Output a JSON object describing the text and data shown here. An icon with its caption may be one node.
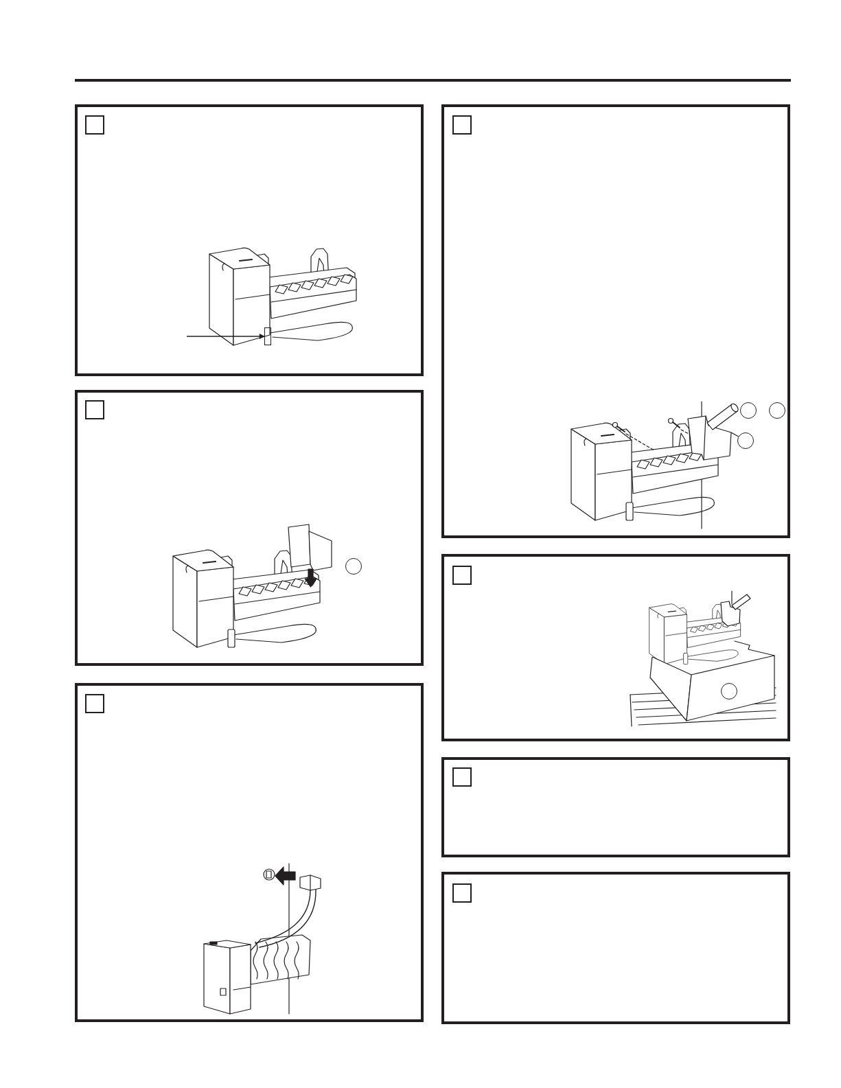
{
  "diagram": {
    "nodes": [
      {
        "text": [],
        "shape": "box"
      },
      {
        "text": [],
        "shape": "box",
        "in": 0
      },
      {
        "text": [],
        "shape": "box",
        "in": 0
      },
      {
        "text": [],
        "shape": "box"
      },
      {
        "text": [],
        "shape": "box",
        "in": 3
      },
      {
        "text": [],
        "shape": "circle",
        "in": 3
      },
      {
        "text": [],
        "shape": "box"
      },
      {
        "text": [],
        "shape": "box",
        "in": 6
      },
      {
        "text": [],
        "shape": "box"
      },
      {
        "text": [],
        "shape": "box",
        "in": 8
      },
      {
        "text": [],
        "shape": "circle",
        "in": 8
      },
      {
        "text": [],
        "shape": "circle",
        "in": 8
      },
      {
        "text": [],
        "shape": "circle",
        "in": 8
      },
      {
        "text": [],
        "shape": "box"
      },
      {
        "text": [],
        "shape": "box",
        "in": 13
      },
      {
        "text": [],
        "shape": "circle",
        "in": 13
      },
      {
        "text": [],
        "shape": "box"
      },
      {
        "text": [],
        "shape": "box",
        "in": 16
      },
      {
        "text": [],
        "shape": "box"
      },
      {
        "text": [],
        "shape": "box",
        "in": 18
      }
    ],
    "edges": [
      {
        "from": null,
        "to": 2,
        "arrow": "to"
      },
      {
        "from": 12,
        "to": null,
        "arrow": "none"
      }
    ]
  }
}
